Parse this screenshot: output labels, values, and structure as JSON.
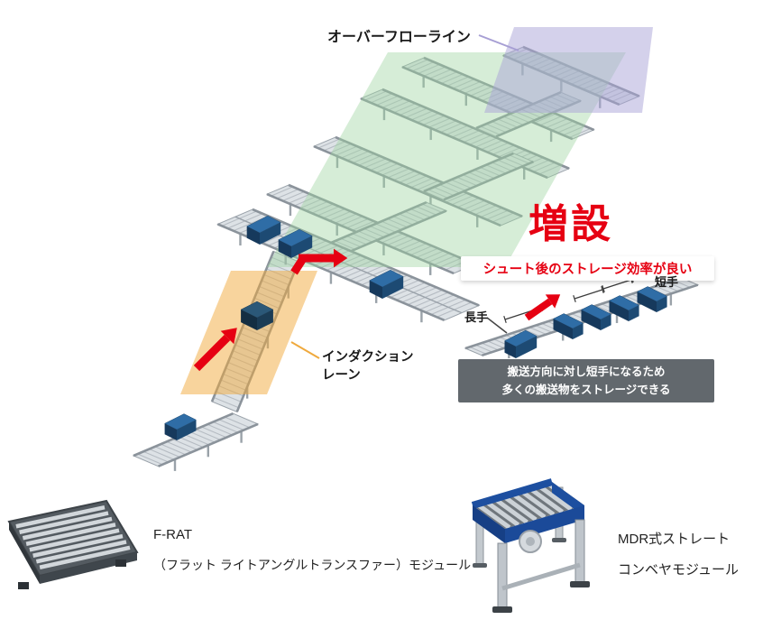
{
  "diagram": {
    "overflow_label": "オーバーフローライン",
    "expansion_label": "増設",
    "induction_label_line1": "インダクション",
    "induction_label_line2": "レーン"
  },
  "inset": {
    "title": "シュート後のストレージ効率が良い",
    "long_side_label": "長手",
    "short_side_label": "短手",
    "caption_line1": "搬送方向に対し短手になるため",
    "caption_line2": "多くの搬送物をストレージできる"
  },
  "products": {
    "frat": {
      "name": "F-RAT",
      "subtitle": "（フラット ライトアングルトランスファー）モジュール"
    },
    "mdr": {
      "line1": "MDR式ストレート",
      "line2": "コンベヤモジュール"
    }
  },
  "colors": {
    "accent_red": "#e60012",
    "highlight_green": "#9ed3a0",
    "highlight_purple": "#aaa3d8",
    "highlight_orange": "#f2a93c",
    "caption_bg": "#62686d",
    "tote_blue": "#2f6da6",
    "frame_blue": "#1d4fa0",
    "conveyor_gray": "#dde2e6"
  }
}
